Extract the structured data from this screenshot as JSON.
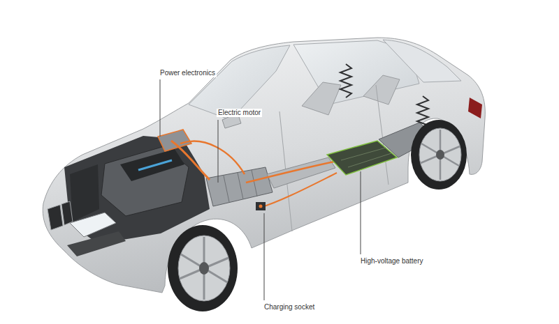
{
  "diagram": {
    "labels": [
      "Power electronics",
      "Electric motor",
      "High-voltage battery",
      "Charging socket"
    ]
  }
}
